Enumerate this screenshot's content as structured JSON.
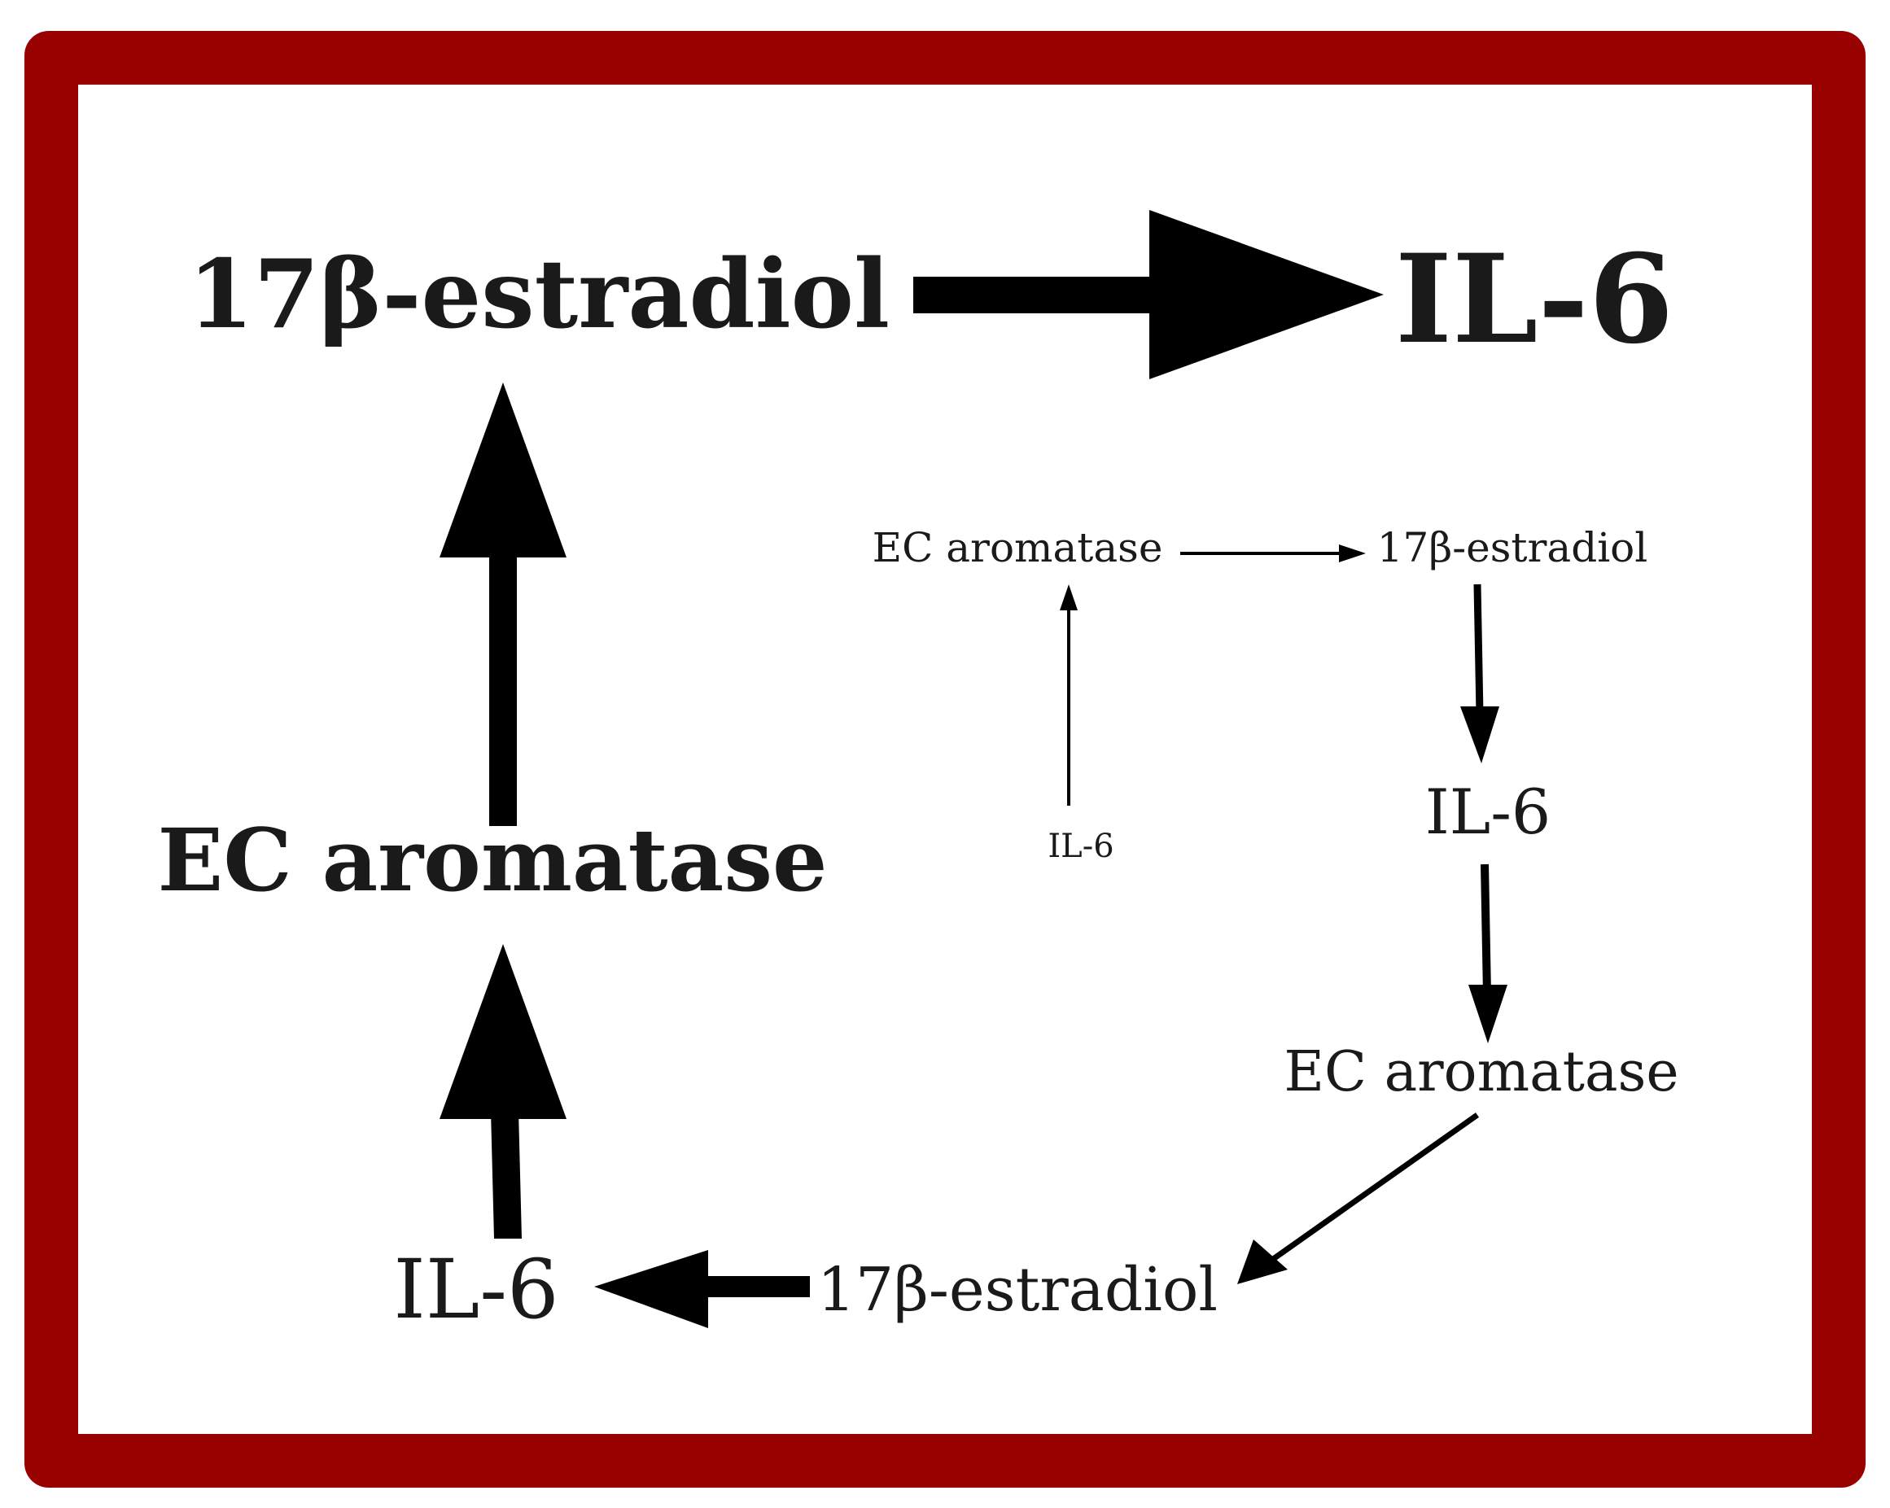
{
  "colors": {
    "border": "#990000",
    "background": "#ffffff",
    "ink": "#000000"
  },
  "nodes": {
    "estradiol_large": "17β-estradiol",
    "il6_large": "IL-6",
    "aromatase_large": "EC  aromatase",
    "il6_bottom": "IL-6",
    "estradiol_bottom": "17β-estradiol",
    "aromatase_right": "EC  aromatase",
    "il6_right": "IL-6",
    "estradiol_small": "17β-estradiol",
    "aromatase_small": "EC  aromatase",
    "il6_small": "IL-6"
  }
}
